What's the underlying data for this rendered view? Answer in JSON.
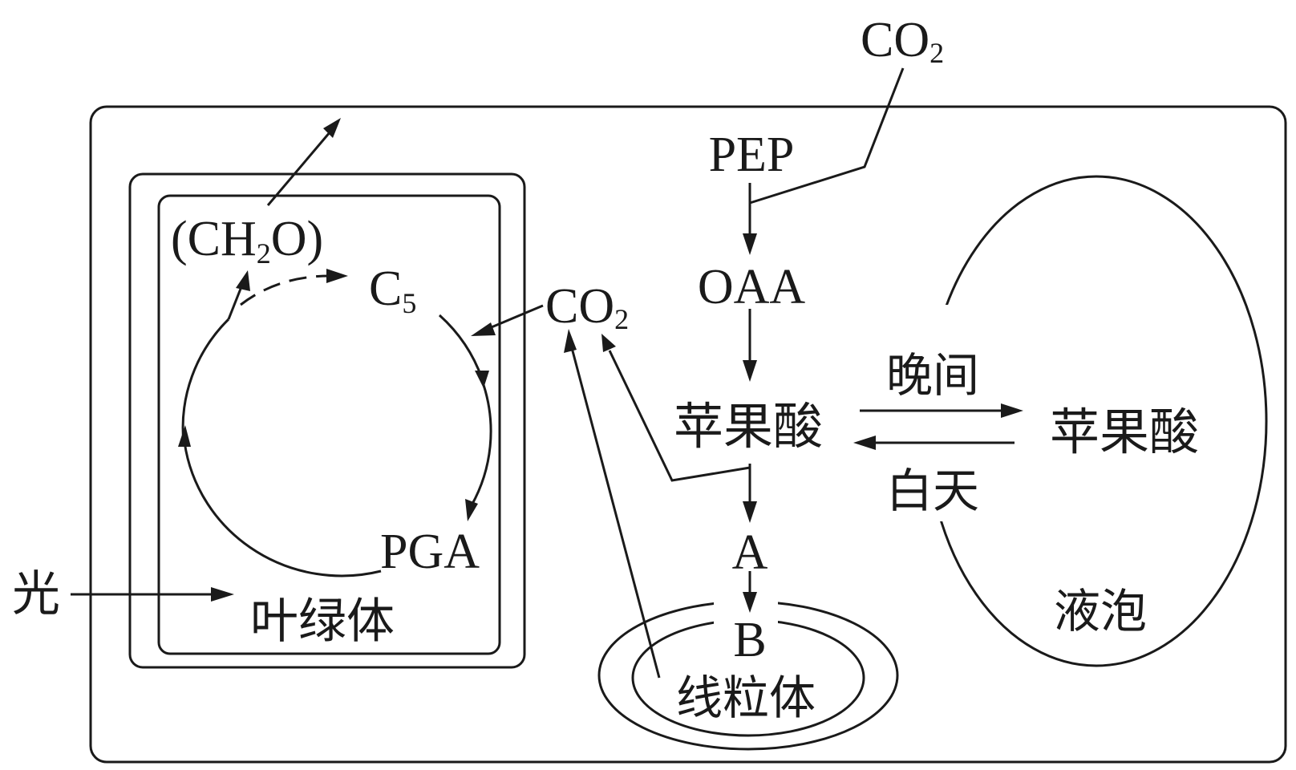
{
  "labels": {
    "co2_top": "CO",
    "co2_top_sub": "2",
    "pep": "PEP",
    "oaa": "OAA",
    "malate_cytosol": "苹果酸",
    "night": "晚间",
    "day": "白天",
    "malate_vacuole": "苹果酸",
    "a": "A",
    "b": "B",
    "mitochondrion": "线粒体",
    "vacuole": "液泡",
    "co2_mid": "CO",
    "co2_mid_sub": "2",
    "c5": "C",
    "c5_sub": "5",
    "ch2o_pre": "(CH",
    "ch2o_sub": "2",
    "ch2o_post": "O)",
    "pga": "PGA",
    "chloroplast": "叶绿体",
    "light": "光"
  },
  "colors": {
    "stroke": "#1a1a1a",
    "background": "#ffffff"
  }
}
